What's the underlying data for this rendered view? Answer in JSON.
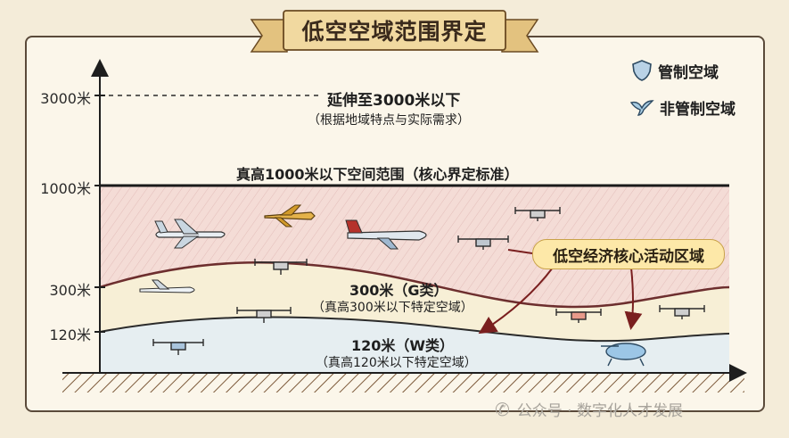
{
  "title": "低空空域范围界定",
  "legend": [
    {
      "label": "管制空域",
      "icon": "shield-icon"
    },
    {
      "label": "非管制空域",
      "icon": "bird-icon"
    }
  ],
  "y_ticks": [
    "3000米",
    "1000米",
    "300米",
    "120米"
  ],
  "layers": {
    "extend": {
      "main": "延伸至3000米以下",
      "sub": "（根据地域特点与实际需求）"
    },
    "core_standard": "真高1000米以下空间范围（核心界定标准）",
    "g_class": {
      "main": "300米（G类）",
      "sub": "（真高300米以下特定空域）"
    },
    "w_class": {
      "main": "120米（W类）",
      "sub": "（真高120米以下特定空域）"
    }
  },
  "core_zone_label": "低空经济核心活动区域",
  "watermark": "公众号 · 数字化人才发展",
  "colors": {
    "band_1000": "#f4dcd6",
    "band_300": "#f7efd6",
    "band_120": "#e6eef1",
    "accent_border": "#6d2e2e",
    "banner": "#f1d9a0"
  }
}
